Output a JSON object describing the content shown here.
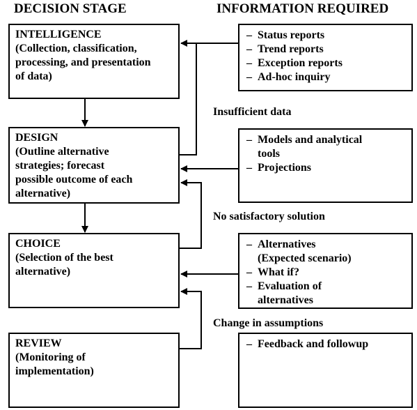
{
  "headers": {
    "decision_stage": "DECISION STAGE",
    "information_required": "INFORMATION REQUIRED"
  },
  "stages": [
    {
      "title": "INTELLIGENCE",
      "description": "(Collection, classification,\nprocessing, and presentation\nof data)"
    },
    {
      "title": "DESIGN",
      "description": "(Outline alternative\nstrategies; forecast\npossible outcome of each\nalternative)"
    },
    {
      "title": "CHOICE",
      "description": "(Selection of the best\nalternative)"
    },
    {
      "title": "REVIEW",
      "description": "(Monitoring of\nimplementation)"
    }
  ],
  "info_boxes": [
    {
      "items": [
        "Status reports",
        "Trend reports",
        "Exception reports",
        "Ad-hoc inquiry"
      ]
    },
    {
      "items": [
        "Models and analytical\ntools",
        "Projections"
      ]
    },
    {
      "items": [
        "Alternatives\n(Expected scenario)",
        "What if?",
        "Evaluation of\nalternatives"
      ]
    },
    {
      "items": [
        "Feedback and followup"
      ]
    }
  ],
  "feedback_labels": {
    "insufficient_data": "Insufficient data",
    "no_satisfactory_solution": "No satisfactory solution",
    "change_in_assumptions": "Change in assumptions"
  }
}
